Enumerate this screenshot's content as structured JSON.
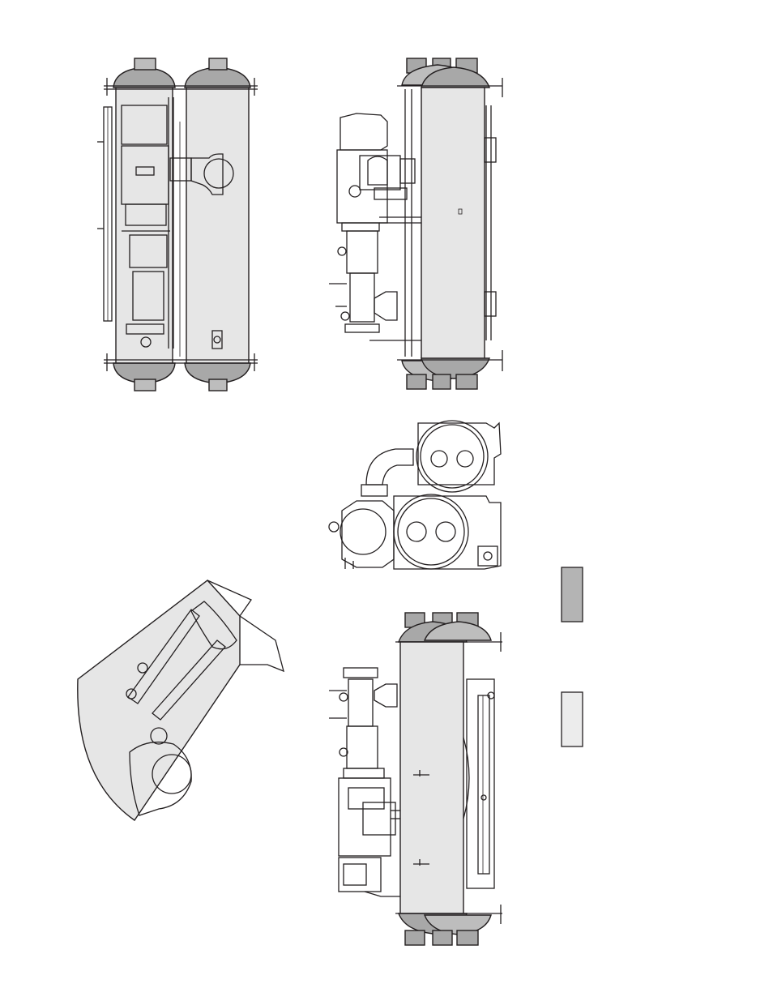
{
  "page": {
    "background": "#ffffff"
  },
  "colors": {
    "ink": "#231f20",
    "shell_light": "#e6e6e6",
    "shell_medium": "#bdbdbd",
    "shell_dark": "#a8a8a8",
    "legend_dark": "#b4b4b4",
    "legend_light": "#ececec"
  },
  "views": [
    {
      "id": "top-view",
      "icon": "chiller-top-view"
    },
    {
      "id": "rear-view",
      "icon": "chiller-rear-view"
    },
    {
      "id": "end-view",
      "icon": "chiller-end-view"
    },
    {
      "id": "isometric-view",
      "icon": "chiller-isometric-view"
    },
    {
      "id": "front-view",
      "icon": "chiller-front-view"
    }
  ],
  "legend": [
    {
      "id": "dark-swatch",
      "color": "#b4b4b4"
    },
    {
      "id": "light-swatch",
      "color": "#ececec"
    }
  ]
}
